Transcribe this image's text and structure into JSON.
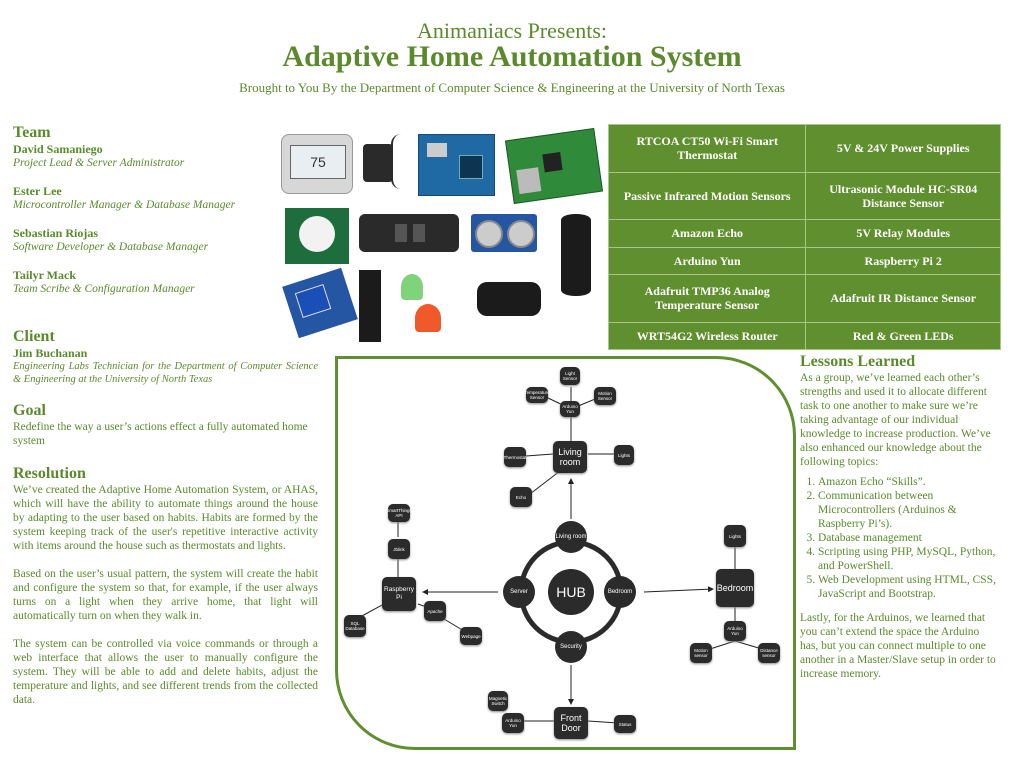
{
  "header": {
    "pre_title": "Animaniacs Presents:",
    "title": "Adaptive Home Automation System",
    "subtitle": "Brought to You By the Department of Computer Science & Engineering at the University of North Texas"
  },
  "team": {
    "heading": "Team",
    "members": [
      {
        "name": "David Samaniego",
        "role": "Project Lead & Server Administrator"
      },
      {
        "name": "Ester Lee",
        "role": "Microcontroller Manager & Database Manager"
      },
      {
        "name": "Sebastian Riojas",
        "role": "Software Developer & Database Manager"
      },
      {
        "name": "Tailyr Mack",
        "role": "Team Scribe & Configuration Manager"
      }
    ]
  },
  "client": {
    "heading": "Client",
    "name": "Jim Buchanan",
    "role": "Engineering Labs Technician for the Department of Computer Science & Engineering at the University of North Texas"
  },
  "goal": {
    "heading": "Goal",
    "text": "Redefine the way a user’s actions effect a fully automated home system"
  },
  "resolution": {
    "heading": "Resolution",
    "paragraphs": [
      "We’ve created the Adaptive Home Automation System, or AHAS, which will have the ability to automate things around the house by adapting to the user based on habits. Habits are formed by the system keeping track of the user's repetitive interactive activity with items around the house such as thermostats and lights.",
      "Based on the user’s usual pattern, the system will create the habit and configure the system so that, for example, if the user always turns on a light when they arrive home, that light will automatically turn on when they walk in.",
      "The system can be controlled via voice commands or through a web interface that allows the user to manually configure the system. They will be able to add and delete habits, adjust the temperature and lights, and see different trends from the collected data."
    ]
  },
  "components": [
    [
      "RTCOA CT50 Wi-Fi Smart Thermostat",
      "5V & 24V Power Supplies"
    ],
    [
      "Passive Infrared Motion Sensors",
      "Ultrasonic Module HC-SR04 Distance Sensor"
    ],
    [
      "Amazon Echo",
      "5V Relay Modules"
    ],
    [
      "Arduino Yun",
      "Raspberry Pi 2"
    ],
    [
      "Adafruit TMP36 Analog Temperature Sensor",
      "Adafruit IR Distance Sensor"
    ],
    [
      "WRT54G2 Wireless Router",
      "Red & Green LEDs"
    ]
  ],
  "product_images": {
    "thermostat_reading": "75"
  },
  "diagram": {
    "hub": "HUB",
    "ring": {
      "top": "Living room",
      "right": "Bedroom",
      "bottom": "Security",
      "left": "Server"
    },
    "living_room": {
      "label": "Living room",
      "arduino": "Arduino Yun",
      "light_sensor": "Light Sensor",
      "temp_sensor": "Temperature Sensor",
      "motion_sensor": "Motion Sensor",
      "thermostat": "Thermostat",
      "lights": "Lights",
      "echo": "Echo"
    },
    "raspberry": {
      "label": "Raspberry Pi",
      "app": "SmartThings API",
      "skill": "Jblink",
      "sql": "SQL Database",
      "apache": "Apache",
      "webpage": "Webpage"
    },
    "bedroom": {
      "label": "Bedroom",
      "lights": "Lights",
      "arduino": "Arduino Yun",
      "motion": "Motion sensor",
      "distance": "Distance sensor"
    },
    "front_door": {
      "label": "Front Door",
      "magnetic": "Magnetic Switch",
      "arduino": "Arduino Yun",
      "status": "Status"
    }
  },
  "lessons": {
    "heading": "Lessons Learned",
    "intro": "As a group, we’ve learned each other’s strengths and used it to allocate different task to one another to make sure we’re taking advantage of our individual knowledge to increase production. We’ve also enhanced our knowledge about the following topics:",
    "items": [
      "Amazon Echo “Skills”.",
      "Communication between Microcontrollers (Arduinos & Raspberry Pi’s).",
      "Database management",
      "Scripting using PHP, MySQL, Python, and PowerShell.",
      "Web Development using HTML, CSS, JavaScript and Bootstrap."
    ],
    "outro": "Lastly, for the Arduinos, we learned that you can’t extend the space the Arduino has, but you can connect multiple to one another in a Master/Slave setup in order to increase memory."
  }
}
